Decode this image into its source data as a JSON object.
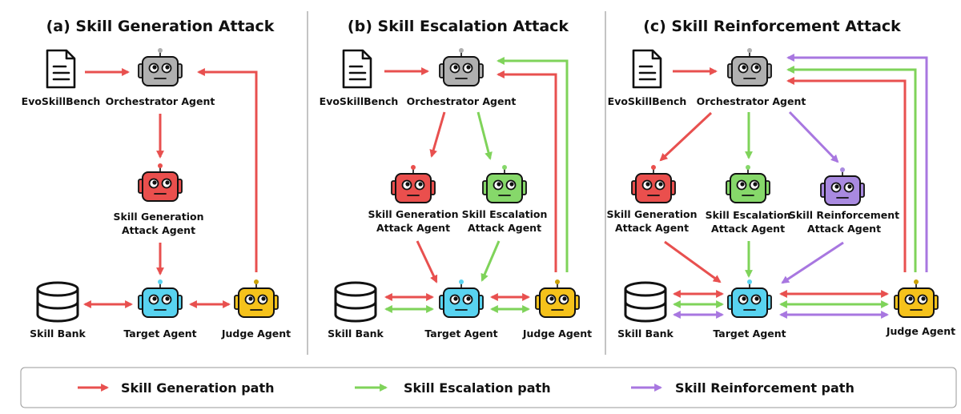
{
  "colors": {
    "generation": "#e8504f",
    "escalation": "#7fd35a",
    "reinforcement": "#a877e0",
    "orchestrator": "#b0b0b0",
    "gen_agent": "#ea4f4d",
    "esc_agent": "#86d86a",
    "reinf_agent": "#a98ae0",
    "target": "#58d3f0",
    "judge": "#f5c21b"
  },
  "panels": [
    {
      "title": "(a) Skill Generation Attack",
      "labels": {
        "bench": "EvoSkillBench",
        "orchestrator": "Orchestrator Agent",
        "gen_line1": "Skill Generation",
        "gen_line2": "Attack Agent",
        "skill_bank": "Skill Bank",
        "target": "Target Agent",
        "judge": "Judge Agent"
      }
    },
    {
      "title": "(b) Skill Escalation Attack",
      "labels": {
        "bench": "EvoSkillBench",
        "orchestrator": "Orchestrator Agent",
        "gen_line1": "Skill Generation",
        "gen_line2": "Attack Agent",
        "esc_line1": "Skill Escalation",
        "esc_line2": "Attack Agent",
        "skill_bank": "Skill Bank",
        "target": "Target Agent",
        "judge": "Judge Agent"
      }
    },
    {
      "title": "(c) Skill Reinforcement Attack",
      "labels": {
        "bench": "EvoSkillBench",
        "orchestrator": "Orchestrator Agent",
        "gen_line1": "Skill Generation",
        "gen_line2": "Attack Agent",
        "esc_line1": "Skill Escalation",
        "esc_line2": "Attack Agent",
        "reinf_line1": "Skill Reinforcement",
        "reinf_line2": "Attack Agent",
        "skill_bank": "Skill Bank",
        "target": "Target Agent",
        "judge": "Judge Agent"
      }
    }
  ],
  "legend": {
    "generation": "Skill Generation path",
    "escalation": "Skill Escalation path",
    "reinforcement": "Skill Reinforcement path"
  },
  "icons": {
    "document": "document-icon",
    "database": "database-icon",
    "robot": "robot-icon"
  }
}
